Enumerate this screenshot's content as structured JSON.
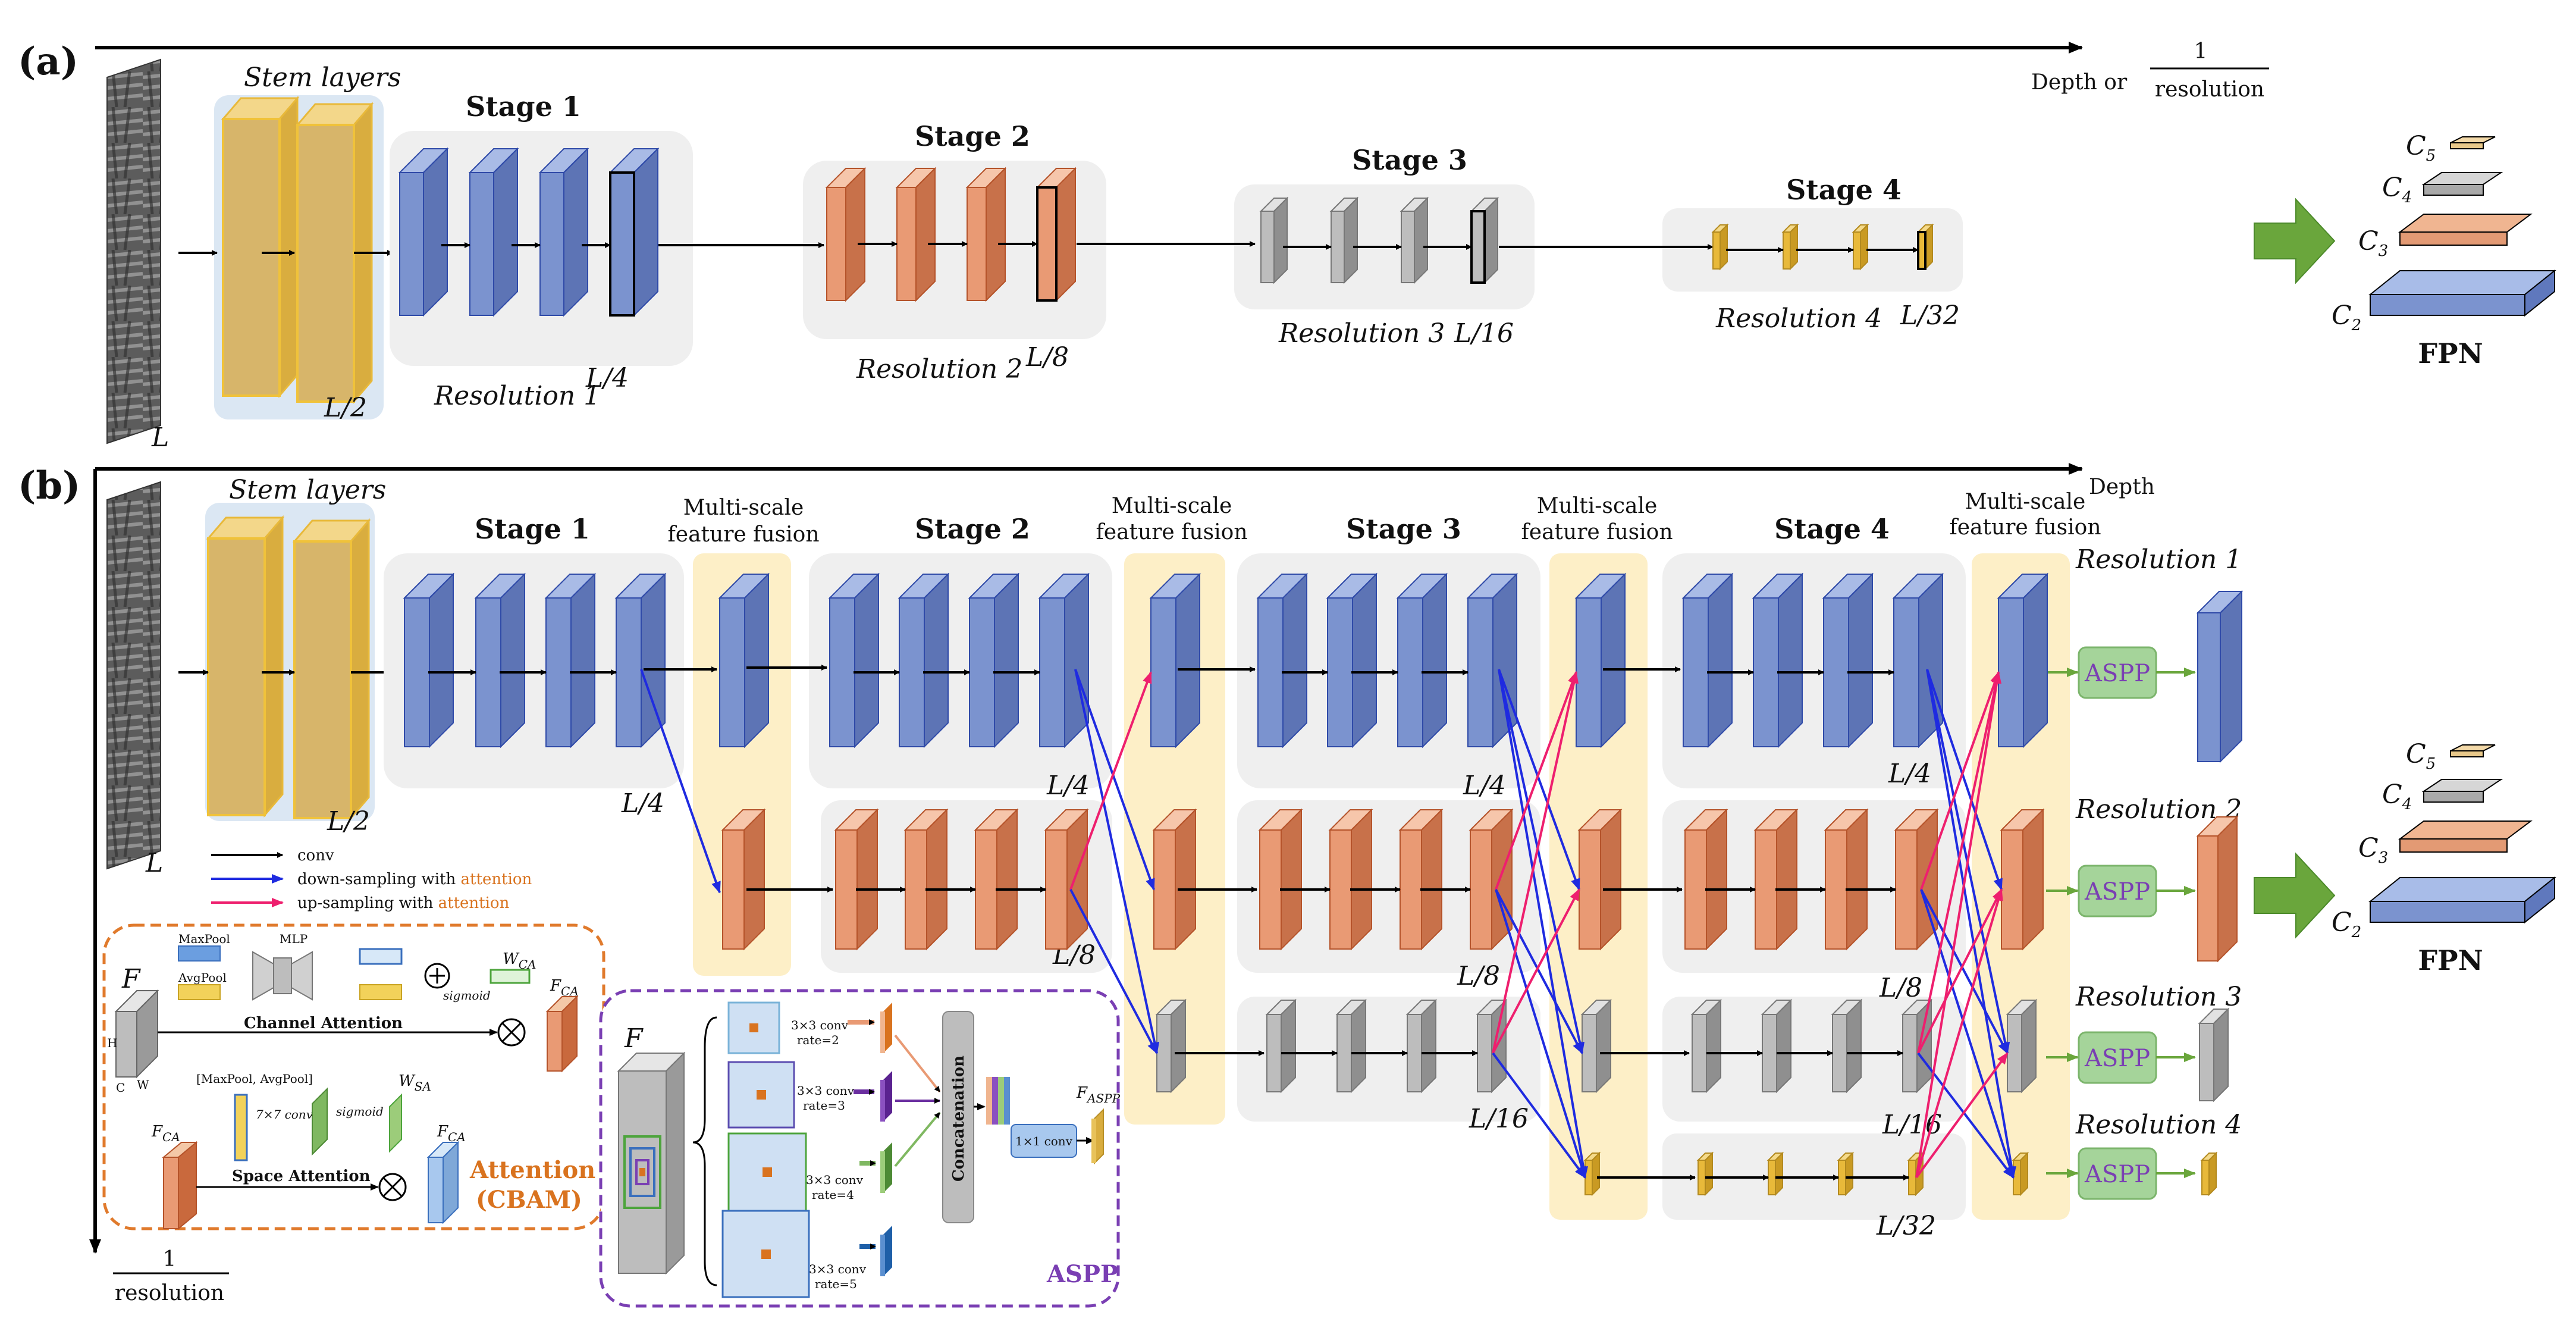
{
  "panel_a": {
    "label": "(a)",
    "axis_label": "Depth or",
    "axis_frac_num": "1",
    "axis_frac_den": "resolution",
    "input_size": "L",
    "stem_label": "Stem layers",
    "stem_size": "L/2",
    "stages": [
      {
        "title": "Stage 1",
        "res": "Resolution 1",
        "size": "L/4"
      },
      {
        "title": "Stage 2",
        "res": "Resolution 2",
        "size": "L/8"
      },
      {
        "title": "Stage 3",
        "res": "Resolution 3",
        "size": "L/16"
      },
      {
        "title": "Stage 4",
        "res": "Resolution 4",
        "size": "L/32"
      }
    ]
  },
  "panel_b": {
    "label": "(b)",
    "axis_h_label": "Depth",
    "axis_v_num": "1",
    "axis_v_den": "resolution",
    "input_size": "L",
    "stem_label": "Stem layers",
    "stem_size": "L/2",
    "stage_titles": [
      "Stage 1",
      "Stage 2",
      "Stage 3",
      "Stage 4"
    ],
    "fusion_label_1": "Multi-scale",
    "fusion_label_2": "feature fusion",
    "branch_sizes": [
      "L/4",
      "L/4",
      "L/8",
      "L/4",
      "L/8",
      "L/16",
      "L/4",
      "L/8",
      "L/16",
      "L/32"
    ],
    "output_resolutions": [
      "Resolution 1",
      "Resolution 2",
      "Resolution 3",
      "Resolution 4"
    ],
    "aspp_box": "ASPP"
  },
  "fpn": {
    "title": "FPN",
    "levels": [
      "C",
      "C",
      "C",
      "C"
    ],
    "subs": [
      "5",
      "4",
      "3",
      "2"
    ]
  },
  "legend": {
    "conv": "conv",
    "down_prefix": "down-sampling with ",
    "down_suffix": "attention",
    "up_prefix": "up-sampling with ",
    "up_suffix": "attention"
  },
  "cbam": {
    "title_1": "Attention",
    "title_2": "(CBAM)",
    "F": "F",
    "maxpool": "MaxPool",
    "avgpool": "AvgPool",
    "mlp": "MLP",
    "sigmoid": "sigmoid",
    "w_ca": "W",
    "w_ca_sub": "CA",
    "f_ca": "F",
    "f_ca_sub": "CA",
    "channel_attention": "Channel Attention",
    "pool_concat": "[MaxPool, AvgPool]",
    "conv77": "7×7 conv",
    "w_sa": "W",
    "w_sa_sub": "SA",
    "space_attention": "Space Attention",
    "h": "H",
    "w": "W",
    "c": "C"
  },
  "aspp": {
    "title": "ASPP",
    "F": "F",
    "branches": [
      {
        "conv": "3×3 conv",
        "rate": "rate=2"
      },
      {
        "conv": "3×3 conv",
        "rate": "rate=3"
      },
      {
        "conv": "3×3 conv",
        "rate": "rate=4"
      },
      {
        "conv": "3×3 conv",
        "rate": "rate=5"
      }
    ],
    "concat": "Concatenation",
    "conv11": "1×1 conv",
    "f_aspp": "F",
    "f_aspp_sub": "ASPP"
  },
  "colors": {
    "blue_block": "#7b93cf",
    "blue_edge": "#2f4aa8",
    "orange_block": "#e99a74",
    "orange_edge": "#b5532a",
    "gray_block": "#bdbdbd",
    "gold_block": "#e8b93a",
    "stem_block": "#e3bf67",
    "stem_panel": "#dbe7f3",
    "stage_panel": "#efefef",
    "fusion_panel": "#fdefc7",
    "aspp_green": "#a5d49a",
    "down_arrow": "#1f2be0",
    "up_arrow": "#ee1f6e",
    "fpn_arrow": "#6aa63c",
    "cbam_border": "#e07a2c",
    "aspp_border": "#7a3fb3"
  }
}
